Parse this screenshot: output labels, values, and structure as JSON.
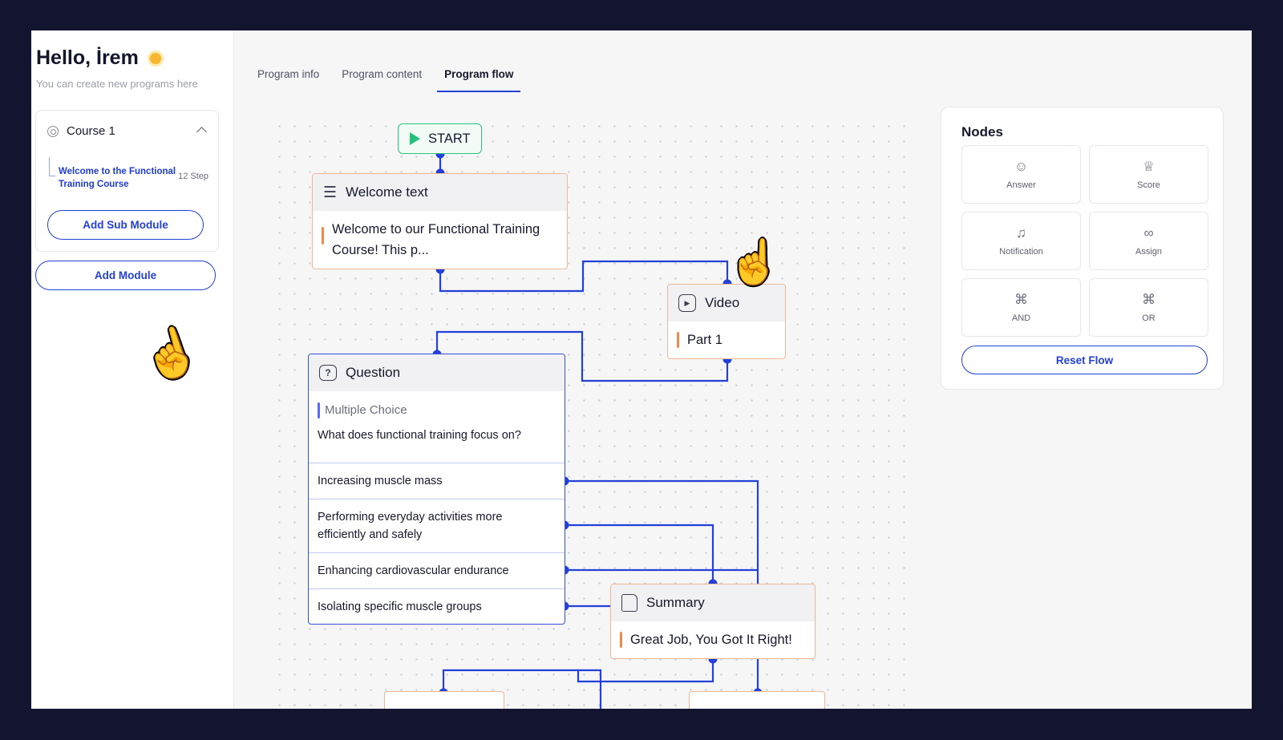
{
  "sidebar": {
    "greeting": "Hello, İrem",
    "subtitle": "You can create new programs here",
    "course": {
      "title": "Course 1",
      "step_title": "Welcome to the Functional Training Course",
      "step_count": "12 Step",
      "add_sub_module": "Add Sub Module"
    },
    "add_module": "Add Module"
  },
  "tabs": [
    {
      "label": "Program info"
    },
    {
      "label": "Program content"
    },
    {
      "label": "Program flow",
      "active": true
    }
  ],
  "flow": {
    "start_label": "START",
    "welcome": {
      "title": "Welcome text",
      "body": "Welcome to our Functional Training Course! This p..."
    },
    "video": {
      "title": "Video",
      "body": "Part 1"
    },
    "question": {
      "title": "Question",
      "type": "Multiple Choice",
      "prompt": "What does functional training focus on?",
      "options": [
        "Increasing muscle mass",
        "Performing everyday activities more efficiently and safely",
        "Enhancing cardiovascular endurance",
        "Isolating specific muscle groups"
      ]
    },
    "summary": {
      "title": "Summary",
      "body": "Great Job, You Got It Right!"
    }
  },
  "nodes_panel": {
    "title": "Nodes",
    "tiles": [
      {
        "label": "Answer",
        "icon": "answer-icon"
      },
      {
        "label": "Score",
        "icon": "score-icon"
      },
      {
        "label": "Notification",
        "icon": "bell-icon"
      },
      {
        "label": "Assign",
        "icon": "link-icon"
      },
      {
        "label": "AND",
        "icon": "command-icon"
      },
      {
        "label": "OR",
        "icon": "command-icon"
      }
    ],
    "reset_label": "Reset Flow"
  },
  "colors": {
    "accent": "#2340d9",
    "node_border": "#f0b795",
    "start_green": "#23c27a",
    "frame": "#13142f"
  }
}
